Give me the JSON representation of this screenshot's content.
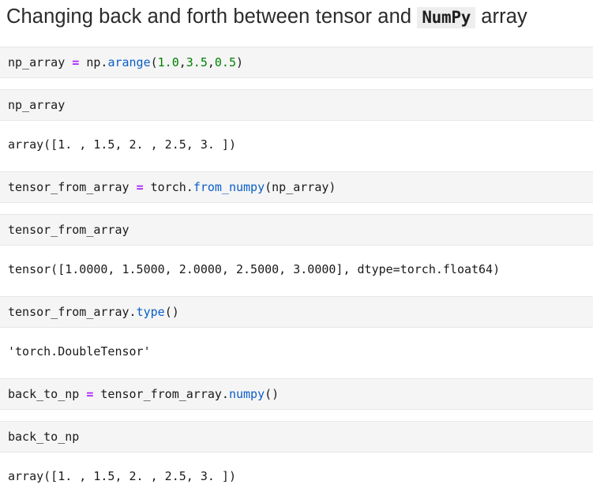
{
  "page": {
    "title_prefix": "Changing back and forth between tensor and",
    "title_badge": "NumPy",
    "title_suffix": "array"
  },
  "colors": {
    "operator": "#aa22ff",
    "function": "#0b5ec7",
    "number": "#008000",
    "text": "#1a1a1a",
    "cell_background": "#f5f5f5",
    "cell_border": "#e7e7e7",
    "page_background": "#ffffff",
    "badge_background": "#eeeeee"
  },
  "cells": [
    {
      "type": "input",
      "name": "code-cell-np-arange",
      "tokens": [
        {
          "text": "np_array ",
          "cls": "tok-plain"
        },
        {
          "text": "=",
          "cls": "tok-op"
        },
        {
          "text": " np.",
          "cls": "tok-plain"
        },
        {
          "text": "arange",
          "cls": "tok-fn"
        },
        {
          "text": "(",
          "cls": "tok-plain"
        },
        {
          "text": "1.0",
          "cls": "tok-num"
        },
        {
          "text": ",",
          "cls": "tok-plain"
        },
        {
          "text": "3.5",
          "cls": "tok-num"
        },
        {
          "text": ",",
          "cls": "tok-plain"
        },
        {
          "text": "0.5",
          "cls": "tok-num"
        },
        {
          "text": ")",
          "cls": "tok-plain"
        }
      ],
      "plain": "np_array = np.arange(1.0,3.5,0.5)"
    },
    {
      "type": "input",
      "name": "code-cell-np-array-echo",
      "tokens": [
        {
          "text": "np_array",
          "cls": "tok-plain"
        }
      ],
      "plain": "np_array"
    },
    {
      "type": "output",
      "name": "output-np-array",
      "tokens": [
        {
          "text": "array([1. , 1.5, 2. , 2.5, 3. ])",
          "cls": "tok-plain"
        }
      ],
      "plain": "array([1. , 1.5, 2. , 2.5, 3. ])"
    },
    {
      "type": "input",
      "name": "code-cell-from-numpy",
      "tokens": [
        {
          "text": "tensor_from_array ",
          "cls": "tok-plain"
        },
        {
          "text": "=",
          "cls": "tok-op"
        },
        {
          "text": " torch.",
          "cls": "tok-plain"
        },
        {
          "text": "from_numpy",
          "cls": "tok-fn"
        },
        {
          "text": "(np_array)",
          "cls": "tok-plain"
        }
      ],
      "plain": "tensor_from_array = torch.from_numpy(np_array)"
    },
    {
      "type": "input",
      "name": "code-cell-tensor-echo",
      "tokens": [
        {
          "text": "tensor_from_array",
          "cls": "tok-plain"
        }
      ],
      "plain": "tensor_from_array"
    },
    {
      "type": "output",
      "name": "output-tensor-values",
      "tokens": [
        {
          "text": "tensor([1.0000, 1.5000, 2.0000, 2.5000, 3.0000], dtype=torch.float64)",
          "cls": "tok-plain"
        }
      ],
      "plain": "tensor([1.0000, 1.5000, 2.0000, 2.5000, 3.0000], dtype=torch.float64)"
    },
    {
      "type": "input",
      "name": "code-cell-tensor-type",
      "tokens": [
        {
          "text": "tensor_from_array.",
          "cls": "tok-plain"
        },
        {
          "text": "type",
          "cls": "tok-fn"
        },
        {
          "text": "()",
          "cls": "tok-plain"
        }
      ],
      "plain": "tensor_from_array.type()"
    },
    {
      "type": "output",
      "name": "output-tensor-type",
      "tokens": [
        {
          "text": "'torch.DoubleTensor'",
          "cls": "tok-plain"
        }
      ],
      "plain": "'torch.DoubleTensor'"
    },
    {
      "type": "input",
      "name": "code-cell-back-to-np",
      "tokens": [
        {
          "text": "back_to_np ",
          "cls": "tok-plain"
        },
        {
          "text": "=",
          "cls": "tok-op"
        },
        {
          "text": " tensor_from_array.",
          "cls": "tok-plain"
        },
        {
          "text": "numpy",
          "cls": "tok-fn"
        },
        {
          "text": "()",
          "cls": "tok-plain"
        }
      ],
      "plain": "back_to_np = tensor_from_array.numpy()"
    },
    {
      "type": "input",
      "name": "code-cell-back-to-np-echo",
      "tokens": [
        {
          "text": "back_to_np",
          "cls": "tok-plain"
        }
      ],
      "plain": "back_to_np"
    },
    {
      "type": "output",
      "name": "output-back-to-np",
      "tokens": [
        {
          "text": "array([1. , 1.5, 2. , 2.5, 3. ])",
          "cls": "tok-plain"
        }
      ],
      "plain": "array([1. , 1.5, 2. , 2.5, 3. ])"
    }
  ]
}
